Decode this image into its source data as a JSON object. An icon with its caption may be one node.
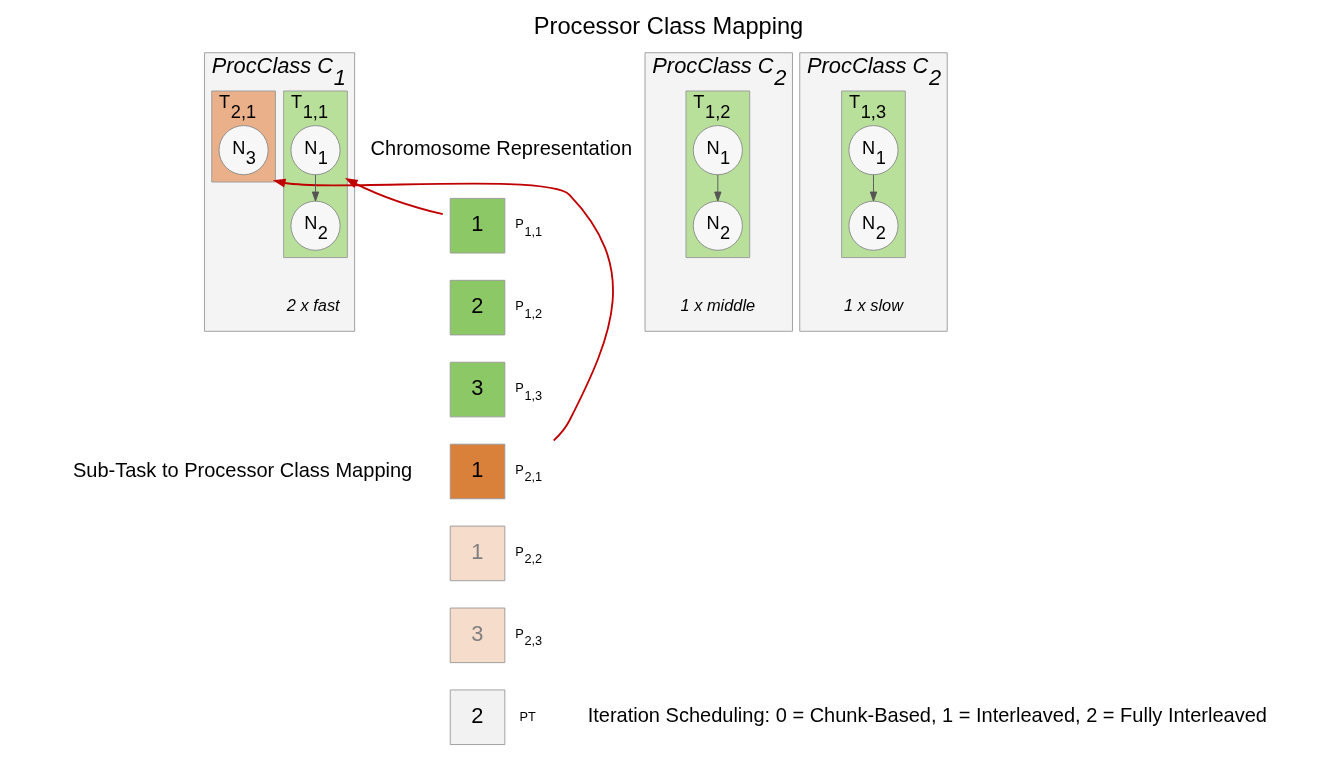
{
  "diagram": {
    "title": "Processor Class Mapping",
    "nodes": [
      {
        "text": [
          "1"
        ],
        "beside": [
          "P$_{1,1}$"
        ]
      },
      {
        "text": [
          "2"
        ],
        "beside": [
          "P$_{1,2}$"
        ]
      },
      {
        "text": [
          "3"
        ],
        "beside": [
          "P$_{1,3}$"
        ]
      },
      {
        "text": [
          "1"
        ],
        "beside": [
          "P$_{2,1}$"
        ]
      },
      {
        "text": [
          "1"
        ],
        "beside": [
          "P$_{2,2}$"
        ]
      },
      {
        "text": [
          "3"
        ],
        "beside": [
          "P$_{2,3}$"
        ]
      },
      {
        "text": [
          "2"
        ],
        "beside": [
          "PT"
        ]
      },
      {
        "text": [
          "ProcClass C$_{1}$",
          "2 x fast"
        ]
      },
      {
        "text": [
          "T$_{1,1}$"
        ],
        "in": 7
      },
      {
        "text": [
          "N$_{1}$"
        ],
        "in": 8
      },
      {
        "text": [
          "N$_{2}$"
        ],
        "in": 8
      },
      {
        "text": [
          "T$_{2,1}$"
        ],
        "in": 7
      },
      {
        "text": [
          "N$_{3}$"
        ],
        "in": 11
      },
      {
        "text": [
          "ProcClass C$_{2}$",
          "1 x middle"
        ]
      },
      {
        "text": [
          "T$_{1,2}$"
        ],
        "in": 13
      },
      {
        "text": [
          "N$_{1}$"
        ],
        "in": 14
      },
      {
        "text": [
          "N$_{2}$"
        ],
        "in": 14
      },
      {
        "text": [
          "ProcClass C$_{2}$",
          "1 x slow"
        ]
      },
      {
        "text": [
          "T$_{1,3}$"
        ],
        "in": 17
      },
      {
        "text": [
          "N$_{1}$"
        ],
        "in": 18
      },
      {
        "text": [
          "N$_{2}$"
        ],
        "in": 18
      }
    ],
    "edges": [
      {
        "from": 0,
        "to": 8,
        "arrow": "to",
        "color": "#c00000"
      },
      {
        "from": 3,
        "to": 11,
        "arrow": "to",
        "color": "#c00000"
      },
      {
        "from": 9,
        "to": 10,
        "arrow": "to"
      },
      {
        "from": 15,
        "to": 16,
        "arrow": "to"
      },
      {
        "from": 19,
        "to": 20,
        "arrow": "to"
      }
    ],
    "labels": [
      "Chromosome Representation",
      "Sub-Task to Processor Class Mapping",
      "Iteration Scheduling: 0 = Chunk-Based, 1 = Interleaved, 2 = Fully Interleaved"
    ]
  }
}
